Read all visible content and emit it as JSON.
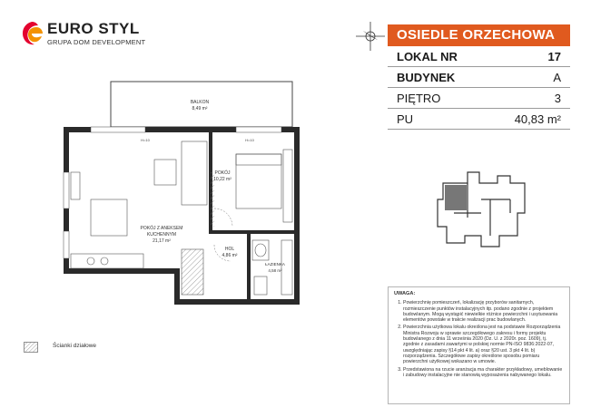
{
  "brand": {
    "name": "EURO STYL",
    "subtitle": "GRUPA DOM DEVELOPMENT",
    "mark_colors": [
      "#e4032e",
      "#f39200"
    ]
  },
  "panel": {
    "estate_name": "OSIEDLE ORZECHOWA",
    "header_color": "#e05a1f",
    "rows": [
      {
        "label": "LOKAL NR",
        "value": "17"
      },
      {
        "label": "BUDYNEK",
        "value": "A"
      },
      {
        "label": "PIĘTRO",
        "value": "3"
      },
      {
        "label": "PU",
        "value": "40,83 m²"
      }
    ]
  },
  "rooms": {
    "balcony": {
      "name": "BALKON",
      "area": "8,49 m²"
    },
    "bedroom": {
      "name": "POKÓJ",
      "area": "10,22 m²"
    },
    "living": {
      "name": "POKÓJ Z ANEKSEM",
      "name2": "KUCHENNYM",
      "area": "21,17 m²"
    },
    "hall": {
      "name": "HOL",
      "area": "4,86 m²"
    },
    "bathroom": {
      "name": "ŁAZIENKA",
      "area": "4,58 m²"
    },
    "window_left": "H=10",
    "window_right": "H=10"
  },
  "legend": {
    "label": "Ścianki działowe"
  },
  "notes": {
    "title": "UWAGA:",
    "items": [
      "Powierzchnię pomieszczeń, lokalizację przyborów sanitarnych, rozmieszczenie punktów instalacyjnych itp. podano zgodnie z projektem budowlanym. Mogą wystąpić niewielkie różnice powierzchni i usytuowania elementów powstałe w trakcie realizacji prac budowlanych.",
      "Powierzchnia użytkowa lokalu określona jest na podstawie Rozporządzenia Ministra Rozwoju w sprawie szczegółowego zakresu i formy projektu budowlanego z dnia 11 września 2020 (Dz. U. z 2020r. poz. 1609), tj. zgodnie z zasadami zawartymi w polskiej normie PN-ISO 9836:2022-07, uwzględniając zapisy §14 pkt 4 lit. a) oraz §20 ust. 3 pkt 4 lit. b) rozporządzenia. Szczegółowe zapisy określone sposobu pomiaru powierzchni użytkowej wskazano w umowie.",
      "Przedstawiona na rzucie aranżacja ma charakter przykładowy, umeblowanie i zabudowy instalacyjne nie stanowią wyposażenia nabywanego lokalu."
    ]
  }
}
